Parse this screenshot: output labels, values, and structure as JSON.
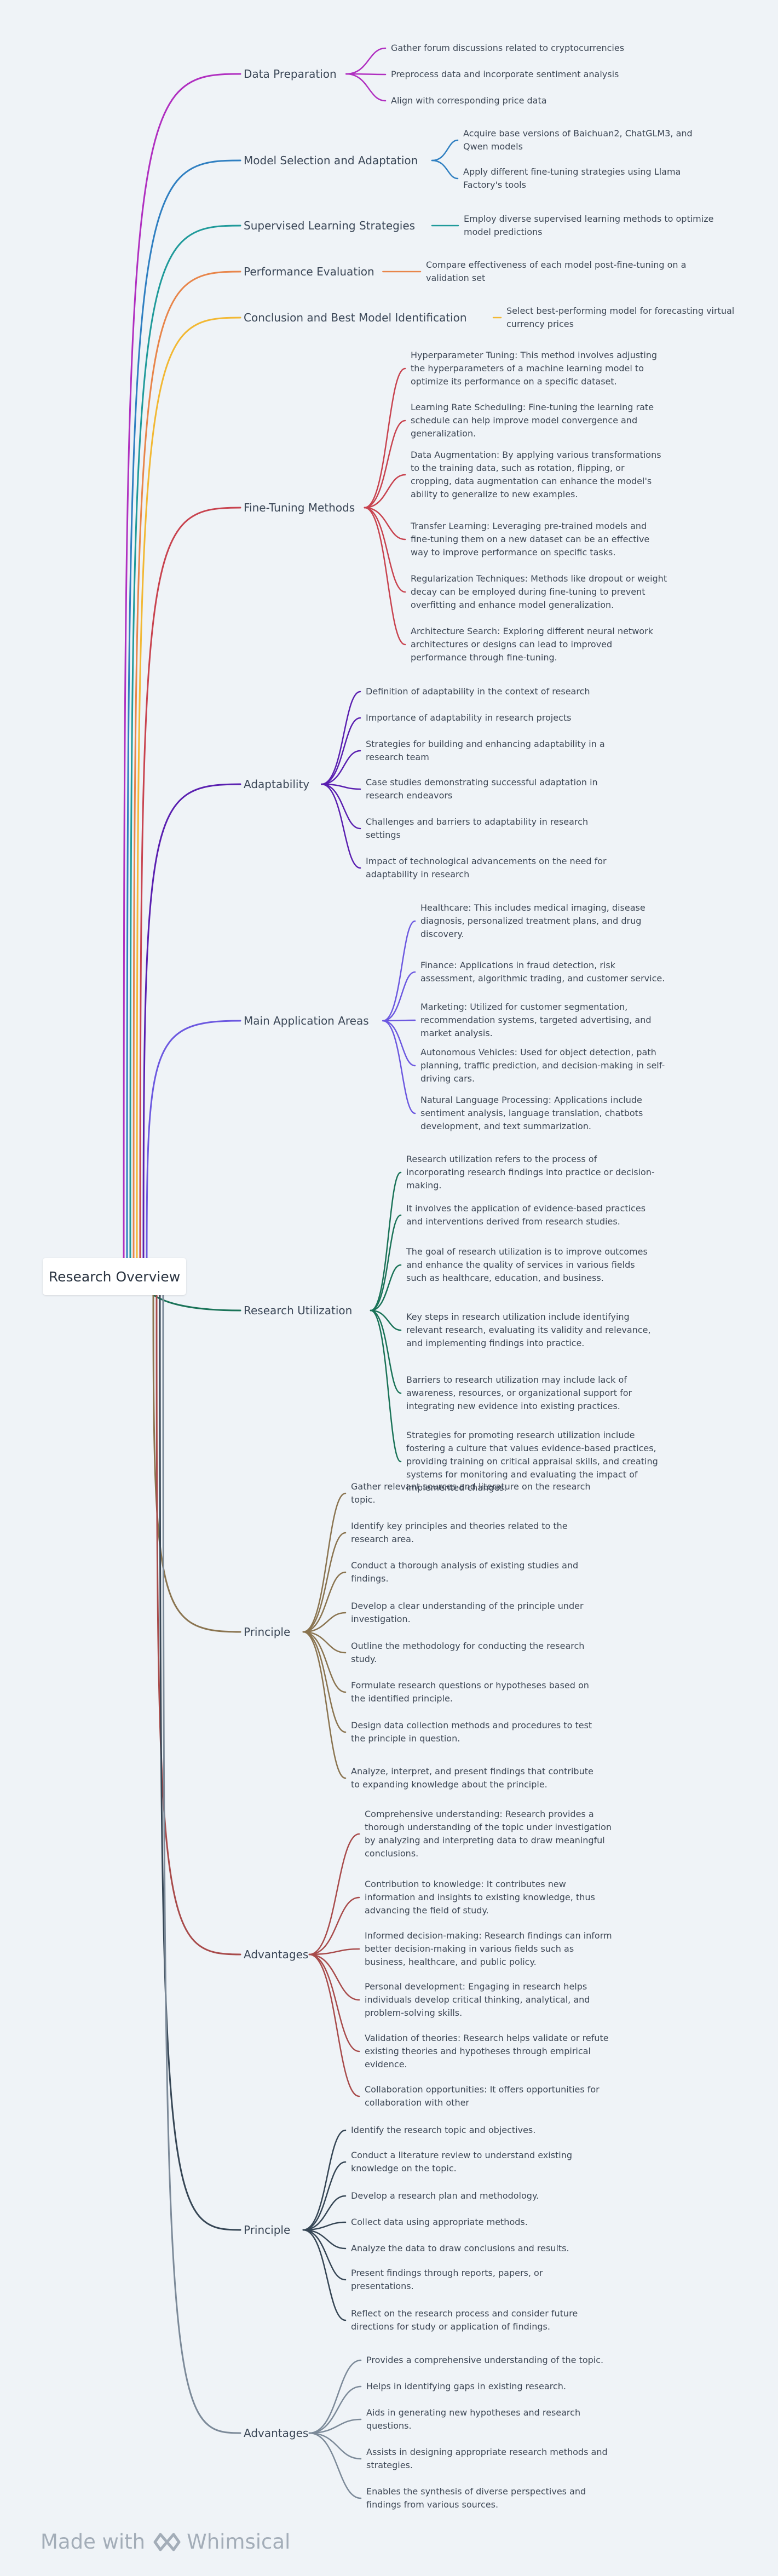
{
  "root": {
    "label": "Research Overview"
  },
  "branches": [
    {
      "label": "Data Preparation",
      "color": "#b02fc0",
      "children": [
        "Gather forum discussions related to cryptocurrencies",
        "Preprocess data and incorporate sentiment analysis",
        "Align with corresponding price data"
      ]
    },
    {
      "label": "Model Selection and Adaptation",
      "color": "#2f7fc1",
      "children": [
        "Acquire base versions of Baichuan2, ChatGLM3, and Qwen models",
        "Apply different fine-tuning strategies using Llama Factory's tools"
      ]
    },
    {
      "label": "Supervised Learning Strategies",
      "color": "#1f9a9a",
      "children": [
        "Employ diverse supervised learning methods to optimize model predictions"
      ]
    },
    {
      "label": "Performance Evaluation",
      "color": "#e8854a",
      "children": [
        "Compare effectiveness of each model post-fine-tuning on a validation set"
      ]
    },
    {
      "label": "Conclusion and Best Model Identification",
      "color": "#f2b833",
      "children": [
        "Select best-performing model for forecasting virtual currency prices"
      ]
    },
    {
      "label": "Fine-Tuning Methods",
      "color": "#c8434f",
      "children": [
        "Hyperparameter Tuning: This method involves adjusting the hyperparameters of a machine learning model to optimize its performance on a specific dataset.",
        "Learning Rate Scheduling: Fine-tuning the learning rate schedule can help improve model convergence and generalization.",
        "Data Augmentation: By applying various transformations to the training data, such as rotation, flipping, or cropping, data augmentation can enhance the model's ability to generalize to new examples.",
        "Transfer Learning: Leveraging pre-trained models and fine-tuning them on a new dataset can be an effective way to improve performance on specific tasks.",
        "Regularization Techniques: Methods like dropout or weight decay can be employed during fine-tuning to prevent overfitting and enhance model generalization.",
        "Architecture Search: Exploring different neural network architectures or designs can lead to improved performance through fine-tuning."
      ]
    },
    {
      "label": "Adaptability",
      "color": "#5a1fb0",
      "children": [
        "Definition of adaptability in the context of research",
        "Importance of adaptability in research projects",
        "Strategies for building and enhancing adaptability in a research team",
        "Case studies demonstrating successful adaptation in research endeavors",
        "Challenges and barriers to adaptability in research settings",
        "Impact of technological advancements on the need for adaptability in research"
      ]
    },
    {
      "label": "Main Application Areas",
      "color": "#6c58e0",
      "children": [
        "Healthcare: This includes medical imaging, disease diagnosis, personalized treatment plans, and drug discovery.",
        "Finance: Applications in fraud detection, risk assessment, algorithmic trading, and customer service.",
        "Marketing: Utilized for customer segmentation, recommendation systems, targeted advertising, and market analysis.",
        "Autonomous Vehicles: Used for object detection, path planning, traffic prediction, and decision-making in self-driving cars.",
        "Natural Language Processing: Applications include sentiment analysis, language translation, chatbots development, and text summarization."
      ]
    },
    {
      "label": "Research Utilization",
      "color": "#1a7358",
      "children": [
        "Research utilization refers to the process of incorporating research findings into practice or decision-making.",
        "It involves the application of evidence-based practices and interventions derived from research studies.",
        "The goal of research utilization is to improve outcomes and enhance the quality of services in various fields such as healthcare, education, and business.",
        "Key steps in research utilization include identifying relevant research, evaluating its validity and relevance, and implementing findings into practice.",
        "Barriers to research utilization may include lack of awareness, resources, or organizational support for integrating new evidence into existing practices.",
        "Strategies for promoting research utilization include fostering a culture that values evidence-based practices, providing training on critical appraisal skills, and creating systems for monitoring and evaluating the impact of implemented changes."
      ]
    },
    {
      "label": "Principle",
      "color": "#8a7450",
      "children": [
        "Gather relevant sources and literature on the research topic.",
        "Identify key principles and theories related to the research area.",
        "Conduct a thorough analysis of existing studies and findings.",
        "Develop a clear understanding of the principle under investigation.",
        "Outline the methodology for conducting the research study.",
        "Formulate research questions or hypotheses based on the identified principle.",
        "Design data collection methods and procedures to test the principle in question.",
        "Analyze, interpret, and present findings that contribute to expanding knowledge about the principle."
      ]
    },
    {
      "label": "Advantages",
      "color": "#a84b4b",
      "children": [
        "Comprehensive understanding: Research provides a thorough understanding of the topic under investigation by analyzing and interpreting data to draw meaningful conclusions.",
        "Contribution to knowledge: It contributes new information and insights to existing knowledge, thus advancing the field of study.",
        "Informed decision-making: Research findings can inform better decision-making in various fields such as business, healthcare, and public policy.",
        "Personal development: Engaging in research helps individuals develop critical thinking, analytical, and problem-solving skills.",
        "Validation of theories: Research helps validate or refute existing theories and hypotheses through empirical evidence.",
        "Collaboration opportunities: It offers opportunities for collaboration with other"
      ]
    },
    {
      "label": "Principle",
      "color": "#364655",
      "children": [
        "Identify the research topic and objectives.",
        "Conduct a literature review to understand existing knowledge on the topic.",
        "Develop a research plan and methodology.",
        "Collect data using appropriate methods.",
        "Analyze the data to draw conclusions and results.",
        "Present findings through reports, papers, or presentations.",
        "Reflect on the research process and consider future directions for study or application of findings."
      ]
    },
    {
      "label": "Advantages",
      "color": "#7c8a99",
      "children": [
        "Provides a comprehensive understanding of the topic.",
        "Helps in identifying gaps in existing research.",
        "Aids in generating new hypotheses and research questions.",
        "Assists in designing appropriate research methods and strategies.",
        "Enables the synthesis of diverse perspectives and findings from various sources."
      ]
    }
  ],
  "footer": {
    "made_with": "Made with",
    "brand": "Whimsical"
  }
}
